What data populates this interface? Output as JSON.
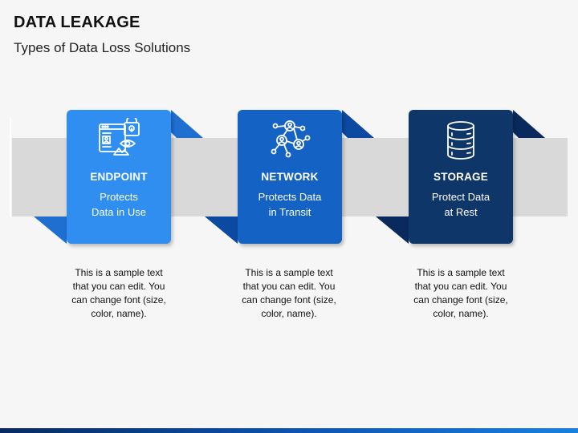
{
  "header": {
    "title": "DATA LEAKAGE",
    "subtitle": "Types of Data Loss Solutions"
  },
  "colors": {
    "endpoint": "#2f8ef0",
    "network": "#1462c4",
    "storage": "#0f3669",
    "band": "#d9d9d9"
  },
  "cards": [
    {
      "icon": "monitor-lock-eye-icon",
      "heading": "ENDPOINT",
      "line1": "Protects",
      "line2": "Data in Use",
      "desc": [
        "This is a sample text",
        "that you can edit. You",
        "can change font (size,",
        "color, name)."
      ]
    },
    {
      "icon": "network-users-icon",
      "heading": "NETWORK",
      "line1": "Protects Data",
      "line2": "in Transit",
      "desc": [
        "This is a sample text",
        "that you can edit. You",
        "can change font (size,",
        "color, name)."
      ]
    },
    {
      "icon": "database-icon",
      "heading": "STORAGE",
      "line1": "Protect Data",
      "line2": "at Rest",
      "desc": [
        "This is a sample text",
        "that you can edit. You",
        "can change font (size,",
        "color, name)."
      ]
    }
  ]
}
